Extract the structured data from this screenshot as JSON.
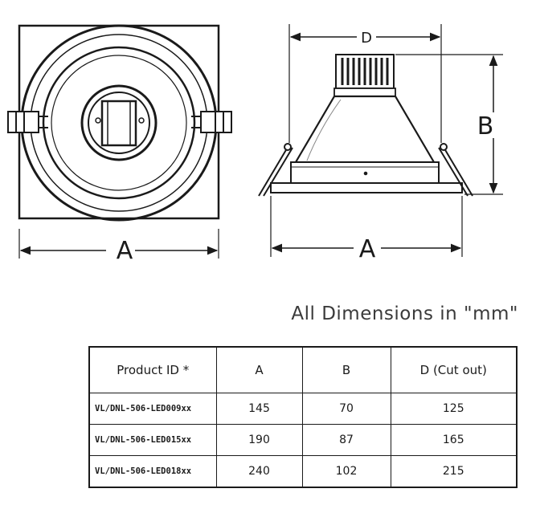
{
  "diagram": {
    "front_view": {
      "dimension_label": "A"
    },
    "side_view": {
      "width_label": "A",
      "height_label": "B",
      "cutout_label": "D"
    }
  },
  "note": "All Dimensions in \"mm\"",
  "table": {
    "headers": [
      "Product ID *",
      "A",
      "B",
      "D (Cut out)"
    ],
    "rows": [
      [
        "VL/DNL-506-LED009xx",
        "145",
        "70",
        "125"
      ],
      [
        "VL/DNL-506-LED015xx",
        "190",
        "87",
        "165"
      ],
      [
        "VL/DNL-506-LED018xx",
        "240",
        "102",
        "215"
      ]
    ]
  }
}
